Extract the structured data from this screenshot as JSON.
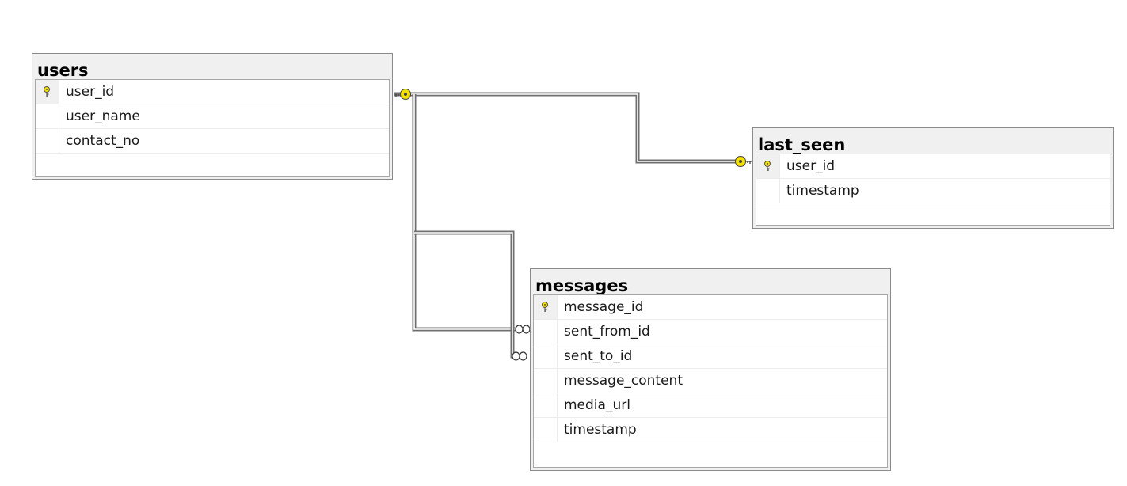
{
  "tables": {
    "users": {
      "name": "users",
      "columns": [
        {
          "name": "user_id",
          "primary_key": true
        },
        {
          "name": "user_name",
          "primary_key": false
        },
        {
          "name": "contact_no",
          "primary_key": false
        }
      ]
    },
    "last_seen": {
      "name": "last_seen",
      "columns": [
        {
          "name": "user_id",
          "primary_key": true
        },
        {
          "name": "timestamp",
          "primary_key": false
        }
      ]
    },
    "messages": {
      "name": "messages",
      "columns": [
        {
          "name": "message_id",
          "primary_key": true
        },
        {
          "name": "sent_from_id",
          "primary_key": false
        },
        {
          "name": "sent_to_id",
          "primary_key": false
        },
        {
          "name": "message_content",
          "primary_key": false
        },
        {
          "name": "media_url",
          "primary_key": false
        },
        {
          "name": "timestamp",
          "primary_key": false
        }
      ]
    }
  },
  "relationships": [
    {
      "from": "users",
      "to": "last_seen",
      "type": "one-to-one"
    },
    {
      "from": "users",
      "to": "messages",
      "type": "one-to-many"
    },
    {
      "from": "users",
      "to": "messages",
      "type": "one-to-many"
    }
  ],
  "colors": {
    "key_icon": "#f5e100",
    "connector": "#6f6f6f",
    "table_border": "#8a8a8a",
    "title_background": "#f0f0f0"
  },
  "icons": {
    "primary_key": "key-icon",
    "one_end": "key-icon",
    "many_end": "infinity-icon"
  }
}
